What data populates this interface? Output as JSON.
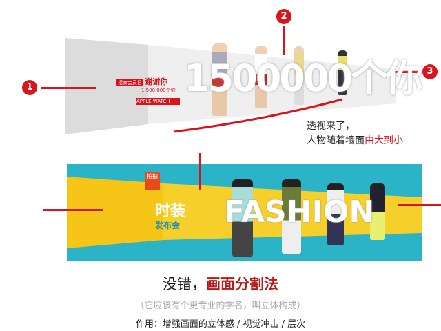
{
  "top_banner": {
    "big_text": "1500000个你",
    "promo_badge": "招商会员日",
    "promo_title": "谢谢你",
    "promo_count": "1,500,000个你",
    "promo_watch": "APPLE WATCH",
    "markers": [
      "1",
      "2",
      "3"
    ]
  },
  "annotation": {
    "line1": "透视来了，",
    "line2_prefix": "人物随着墙面",
    "line2_highlight": "由大到小"
  },
  "bottom_banner": {
    "logo": "拍拍",
    "title": "时装",
    "subtitle": "发布会",
    "fashion_text": "FASHION"
  },
  "footer": {
    "title_prefix": "没错，",
    "title_highlight": "画面分割法",
    "subtitle": "（它应该有个更专业的学名，叫立体构成）",
    "effect": "作用：增强画面的立体感 / 视觉冲击 / 层次"
  },
  "colors": {
    "accent_red": "#d8141c",
    "teal": "#2bb3c8",
    "yellow": "#f5c518"
  }
}
